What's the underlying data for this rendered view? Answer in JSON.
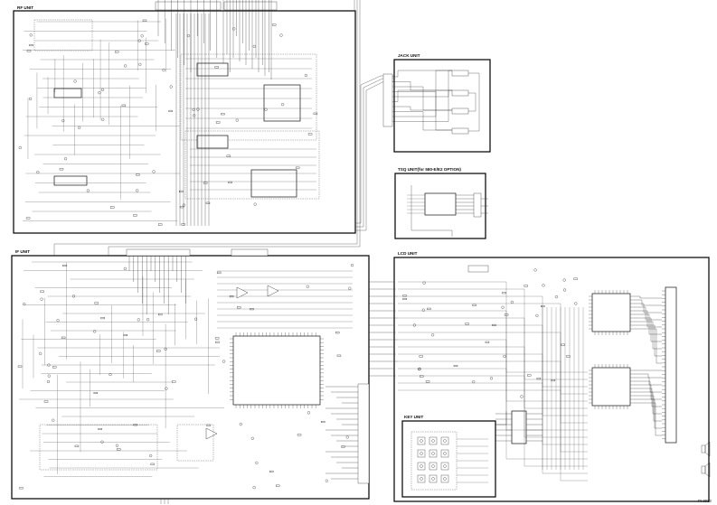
{
  "units": {
    "rf": "RF UNIT",
    "jack": "JACK UNIT",
    "tsq": "TSQ UNIT(for 580-E/E2 OPTION)",
    "if": "IF UNIT",
    "lcd": "LCD UNIT",
    "key": "KEY UNIT"
  },
  "page_code": "PI-0033",
  "theme": {
    "ink": "#111111",
    "paper": "#ffffff"
  }
}
